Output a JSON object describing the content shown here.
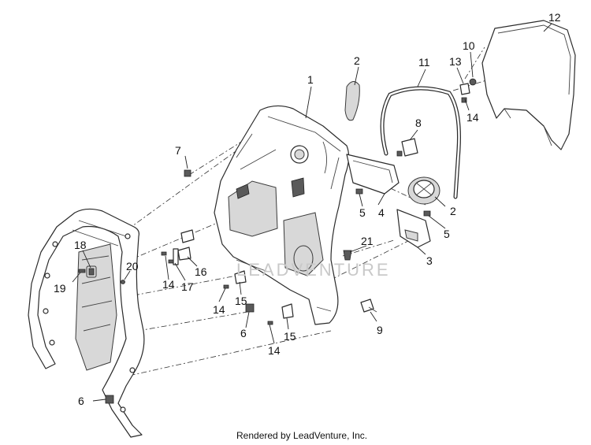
{
  "callouts": {
    "c1": "1",
    "c2a": "2",
    "c2b": "2",
    "c3": "3",
    "c4": "4",
    "c5a": "5",
    "c5b": "5",
    "c6a": "6",
    "c6b": "6",
    "c7": "7",
    "c8": "8",
    "c9": "9",
    "c10": "10",
    "c11": "11",
    "c12": "12",
    "c13": "13",
    "c14a": "14",
    "c14b": "14",
    "c14c": "14",
    "c14d": "14",
    "c15a": "15",
    "c15b": "15",
    "c16": "16",
    "c17": "17",
    "c18": "18",
    "c19": "19",
    "c20": "20",
    "c21": "21"
  },
  "watermark": "LEADVENTURE",
  "caption": "Rendered by LeadVenture, Inc."
}
